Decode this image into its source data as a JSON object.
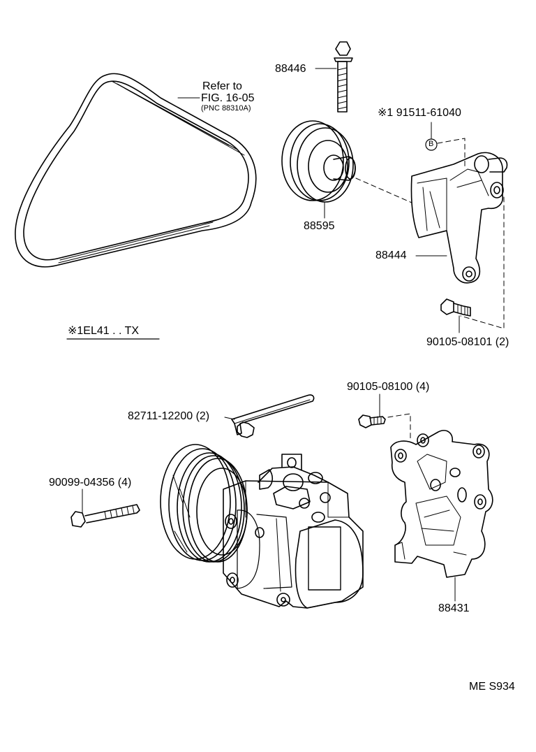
{
  "parts": {
    "belt_ref": {
      "line1": "Refer to",
      "line2": "FIG. 16-05",
      "line3": "(PNC 88310A)"
    },
    "bolt_top": "88446",
    "pulley": "88595",
    "note_ref": "※1 91511-61040",
    "marker_b": "B",
    "bracket_upper": "88444",
    "bolt_upper": "90105-08101 (2)",
    "applicability": "※1EL41 . . TX",
    "bolt_lower": "90105-08100 (4)",
    "wire_clamp": "82711-12200 (2)",
    "compressor_bolt": "90099-04356 (4)",
    "bracket_lower": "88431",
    "diagram_code": "ME S934"
  }
}
